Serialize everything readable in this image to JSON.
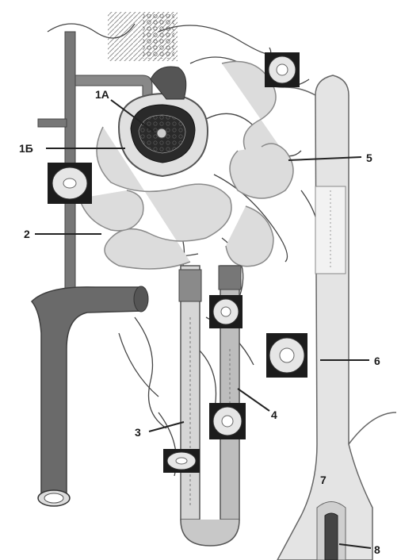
{
  "labels": {
    "l1a": "1А",
    "l1b": "1Б",
    "l2": "2",
    "l3": "3",
    "l4": "4",
    "l5": "5",
    "l6": "6",
    "l7": "7",
    "l8": "8"
  },
  "colors": {
    "vessel": "#6a6a6a",
    "vessel_dark": "#3e3e3e",
    "tubule": "#dcdcdc",
    "tubule_edge": "#8a8a8a",
    "inset_bg": "#1c1c1c",
    "inset_cell": "#e6e6e6",
    "line": "#222222"
  }
}
